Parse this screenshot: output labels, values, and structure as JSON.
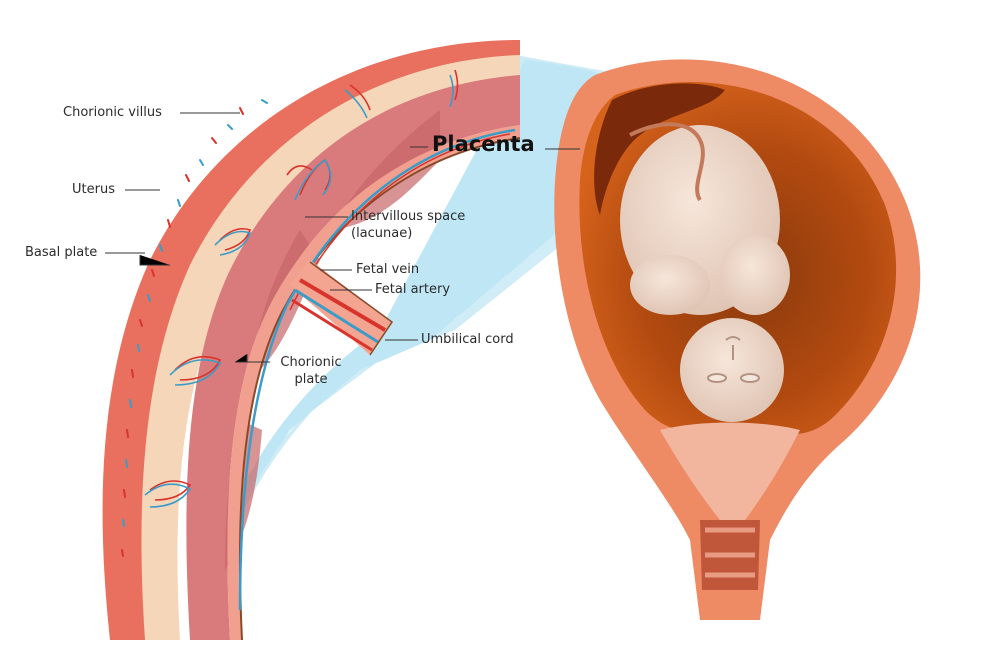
{
  "diagram": {
    "title": "Placenta",
    "labels": {
      "chorionic_villus": "Chorionic villus",
      "uterus": "Uterus",
      "basal_plate": "Basal plate",
      "placenta": "Placenta",
      "intervillous_space_line1": "Intervillous space",
      "intervillous_space_line2": "(lacunae)",
      "fetal_vein": "Fetal vein",
      "fetal_artery": "Fetal artery",
      "umbilical_cord": "Umbilical cord",
      "chorionic_plate_line1": "Chorionic",
      "chorionic_plate_line2": "plate"
    },
    "colors": {
      "uterus_wall": "#e9705f",
      "decidua": "#f6d6b8",
      "placenta_tissue": "#d97a7c",
      "amnion_blue": "#bfe6f4",
      "fetal_vein": "#3a9cc9",
      "fetal_artery": "#d9342b",
      "uterus_interior": "#c45a12",
      "fetus_skin": "#efd9c8",
      "leader_line": "#333333"
    }
  }
}
